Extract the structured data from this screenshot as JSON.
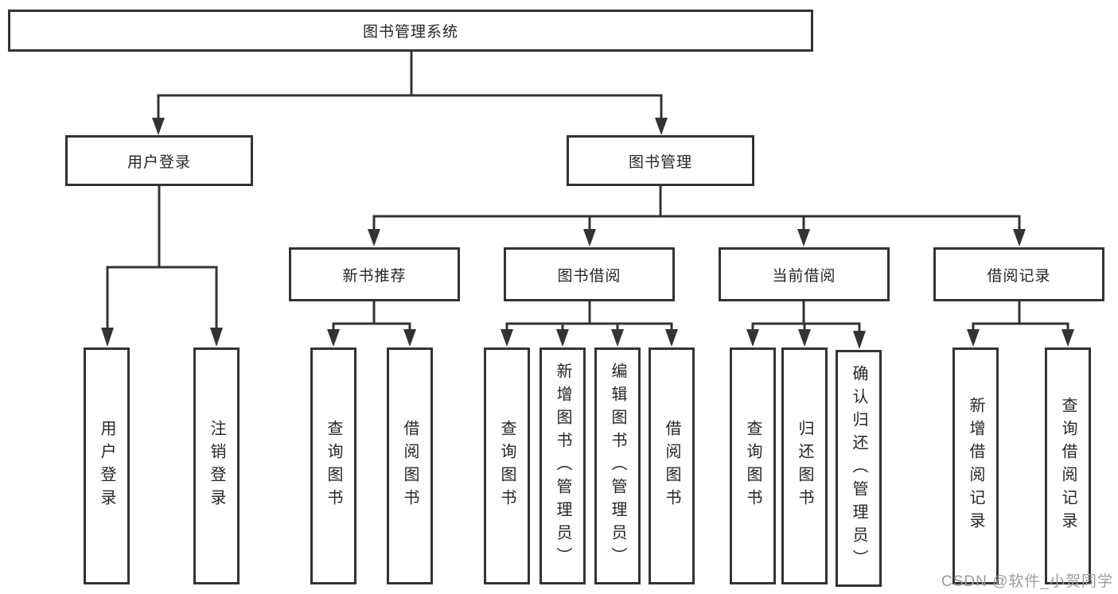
{
  "diagram": {
    "root": {
      "label": "图书管理系统"
    },
    "user_login": {
      "label": "用户登录",
      "children": {
        "login": {
          "label": "用户登录"
        },
        "logout": {
          "label": "注销登录"
        }
      }
    },
    "book_management": {
      "label": "图书管理",
      "sections": {
        "new_books": {
          "label": "新书推荐",
          "children": {
            "query_books": {
              "label": "查询图书"
            },
            "borrow_books": {
              "label": "借阅图书"
            }
          }
        },
        "book_borrowing": {
          "label": "图书借阅",
          "children": {
            "query_books": {
              "label": "查询图书"
            },
            "add_books": {
              "label": "新增图书（管理员）"
            },
            "edit_books": {
              "label": "编辑图书（管理员）"
            },
            "borrow_books": {
              "label": "借阅图书"
            }
          }
        },
        "current_borrowing": {
          "label": "当前借阅",
          "children": {
            "query_books": {
              "label": "查询图书"
            },
            "return_books": {
              "label": "归还图书"
            },
            "confirm_return": {
              "label": "确认归还（管理员）"
            }
          }
        },
        "borrow_records": {
          "label": "借阅记录",
          "children": {
            "add_record": {
              "label": "新增借阅记录"
            },
            "query_record": {
              "label": "查询借阅记录"
            }
          }
        }
      }
    }
  },
  "watermark": {
    "text": "CSDN @软件_小贺同学"
  },
  "colors": {
    "line": "#333333",
    "box_border": "#333333",
    "box_fill": "#ffffff",
    "text": "#262626",
    "watermark": "#9c9c9c",
    "background": "#ffffff"
  }
}
